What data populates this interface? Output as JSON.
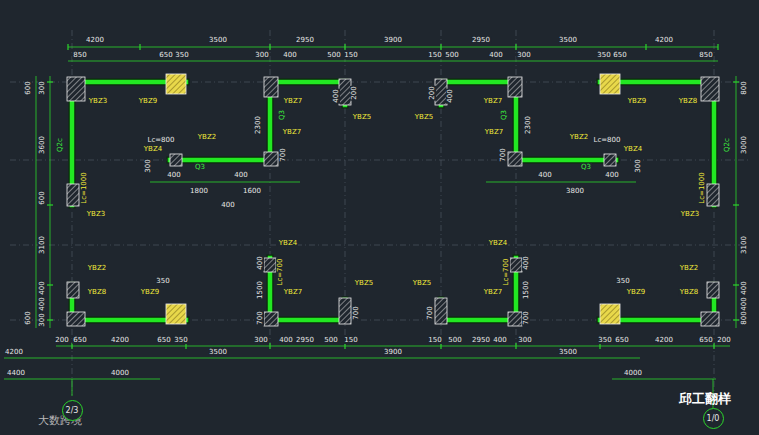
{
  "diagram": {
    "nodes": [
      {
        "text": [
          "2/3"
        ]
      },
      {
        "text": [
          "1/0"
        ]
      }
    ],
    "labels": [
      "4200",
      "3500",
      "2950",
      "3900",
      "2950",
      "3500",
      "4200",
      "850",
      "650",
      "350",
      "300",
      "400",
      "500",
      "150",
      "150",
      "500",
      "400",
      "300",
      "350",
      "650",
      "850",
      "600",
      "300",
      "3600",
      "600",
      "3100",
      "400",
      "400",
      "600",
      "300",
      "800",
      "3000",
      "3100",
      "400",
      "400",
      "800",
      "YBZ3",
      "YBZ9",
      "Q2c",
      "Lc=1000",
      "YBZ3",
      "YBZ9",
      "YBZ8",
      "Q2c",
      "Lc=1000",
      "YBZ3",
      "YBZ7",
      "YBZ5",
      "2300",
      "Q3",
      "YBZ7",
      "YBZ2",
      "Lc=800",
      "YBZ4",
      "Q3",
      "300",
      "400",
      "400",
      "700",
      "1800",
      "1600",
      "400",
      "400",
      "200",
      "YBZ7",
      "YBZ5",
      "2300",
      "Q3",
      "YBZ7",
      "YBZ2",
      "Lc=800",
      "YBZ4",
      "Q3",
      "300",
      "400",
      "400",
      "700",
      "3800",
      "400",
      "200",
      "YBZ2",
      "YBZ8",
      "YBZ9",
      "350",
      "YBZ2",
      "YBZ8",
      "YBZ9",
      "350",
      "YBZ4",
      "Lc=700",
      "YBZ7",
      "YBZ5",
      "400",
      "1500",
      "700",
      "700",
      "YBZ4",
      "Lc=700",
      "YBZ7",
      "YBZ5",
      "400",
      "1500",
      "700",
      "700",
      "200",
      "650",
      "4200",
      "650",
      "350",
      "300",
      "400",
      "2950",
      "500",
      "150",
      "150",
      "500",
      "2950",
      "400",
      "300",
      "350",
      "650",
      "4200",
      "650",
      "200",
      "4200",
      "3500",
      "3900",
      "3500",
      "4400",
      "4000",
      "4000",
      "大数跨境",
      "邱工翻样"
    ]
  }
}
